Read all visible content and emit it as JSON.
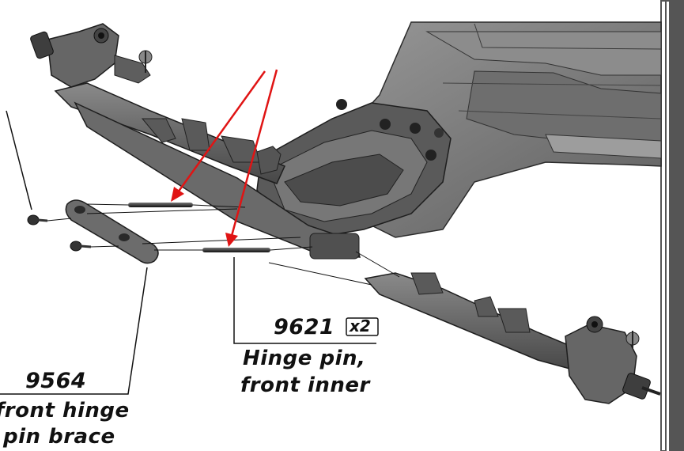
{
  "parts": [
    {
      "number": "9621",
      "quantity": "2",
      "description_lines": [
        "Hinge pin,",
        "front inner"
      ]
    },
    {
      "number": "9564",
      "description_lines": [
        "front hinge",
        "pin brace"
      ]
    }
  ],
  "colors": {
    "plastic_dark": "#4a4a4a",
    "plastic_mid": "#6b6b6b",
    "plastic_light": "#8e8e8e",
    "chassis": "#7a7a7a",
    "arrow_red": "#e01414",
    "leader": "#111111",
    "frame": "#555555"
  }
}
